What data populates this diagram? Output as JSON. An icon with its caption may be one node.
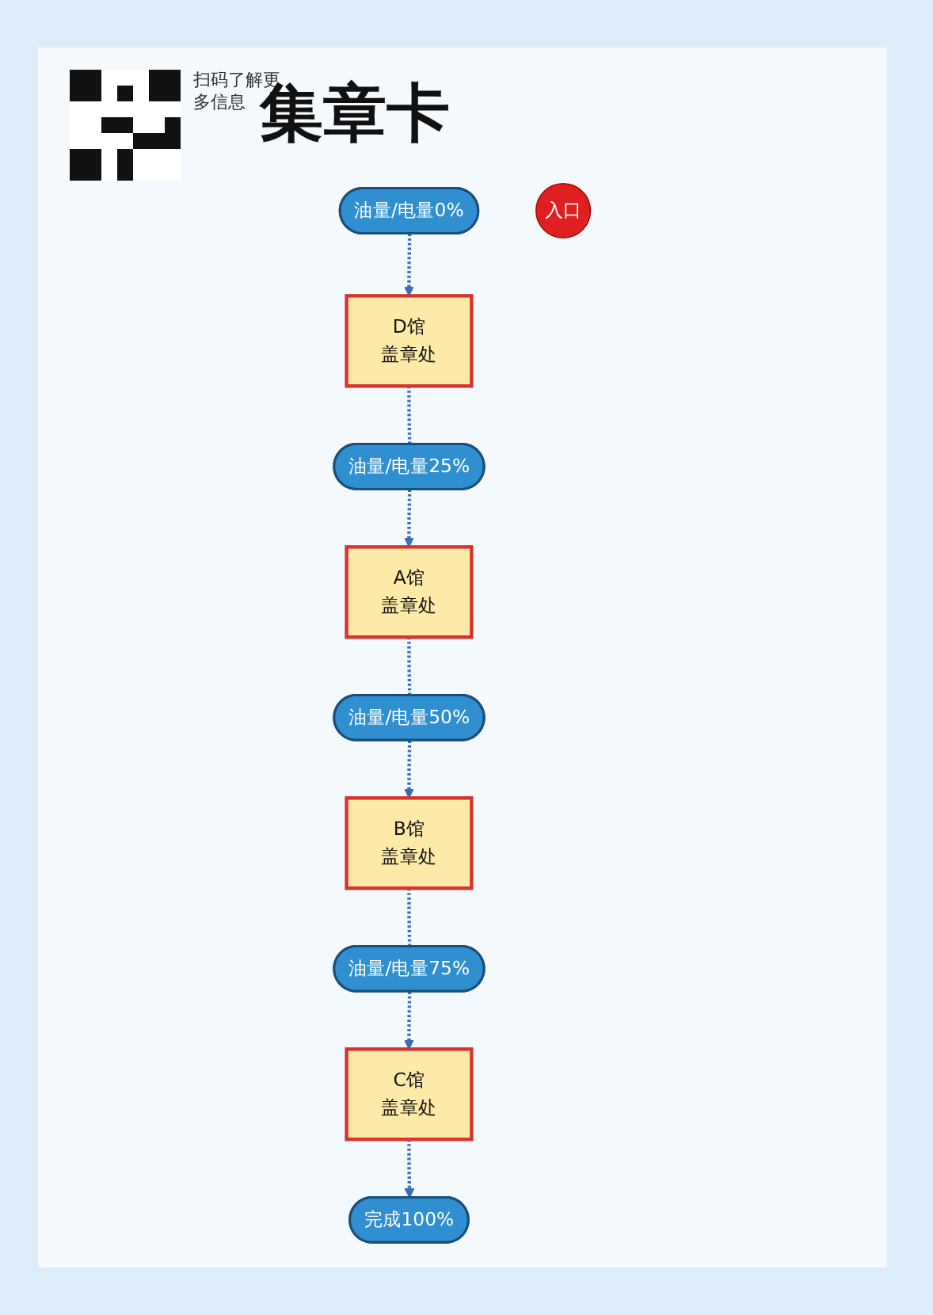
{
  "diagram": {
    "title": "集章卡",
    "nodes": [
      {
        "text": [
          "油量/电量50%"
        ]
      },
      {
        "text": [
          "B馆",
          "盖章处"
        ]
      },
      {
        "text": [
          "A馆",
          "盖章处"
        ]
      },
      {
        "text": [
          "油量/电量75%"
        ]
      },
      {
        "text": [
          "油量/电量25%"
        ]
      },
      {
        "text": [
          "C馆",
          "盖章处"
        ]
      },
      {
        "text": [
          "D馆",
          "盖章处"
        ]
      },
      {
        "text": [
          "完成100%"
        ]
      },
      {
        "text": [
          "油量/电量0%"
        ]
      },
      {
        "text": [
          "入口"
        ]
      }
    ],
    "edges": [
      {
        "from": 8,
        "to": 6,
        "arrow": "to",
        "style": "dashed"
      },
      {
        "from": 6,
        "to": 4,
        "arrow": "none",
        "style": "dashed"
      },
      {
        "from": 4,
        "to": 2,
        "arrow": "to",
        "style": "dashed"
      },
      {
        "from": 2,
        "to": 0,
        "arrow": "none",
        "style": "dashed"
      },
      {
        "from": 0,
        "to": 1,
        "arrow": "to",
        "style": "dashed"
      },
      {
        "from": 1,
        "to": 3,
        "arrow": "none",
        "style": "dashed"
      },
      {
        "from": 3,
        "to": 5,
        "arrow": "to",
        "style": "dashed"
      },
      {
        "from": 5,
        "to": 7,
        "arrow": "to",
        "style": "dashed"
      }
    ],
    "labels": [
      "扫码了解更多信息"
    ]
  }
}
